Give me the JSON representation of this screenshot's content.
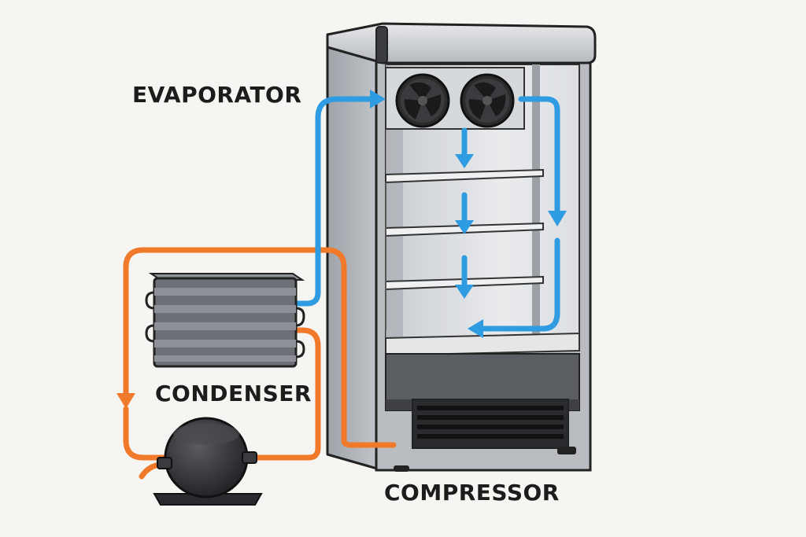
{
  "labels": {
    "evaporator": "EVAPORATOR",
    "condenser": "CONDENSER",
    "compressor": "COMPRESSOR"
  },
  "colors": {
    "background": "#f6f5f2",
    "cold_airflow": "#2f9be0",
    "hot_refrigerant_line": "#f07a2a",
    "cabinet": "#bfc3c8",
    "fan": "#2b2b2b",
    "compressor": "#2a2b2e",
    "outline": "#222222"
  },
  "icons": [
    "fan-icon",
    "fan-icon",
    "compressor-icon",
    "condenser-coil-icon",
    "vent-grille-icon"
  ]
}
